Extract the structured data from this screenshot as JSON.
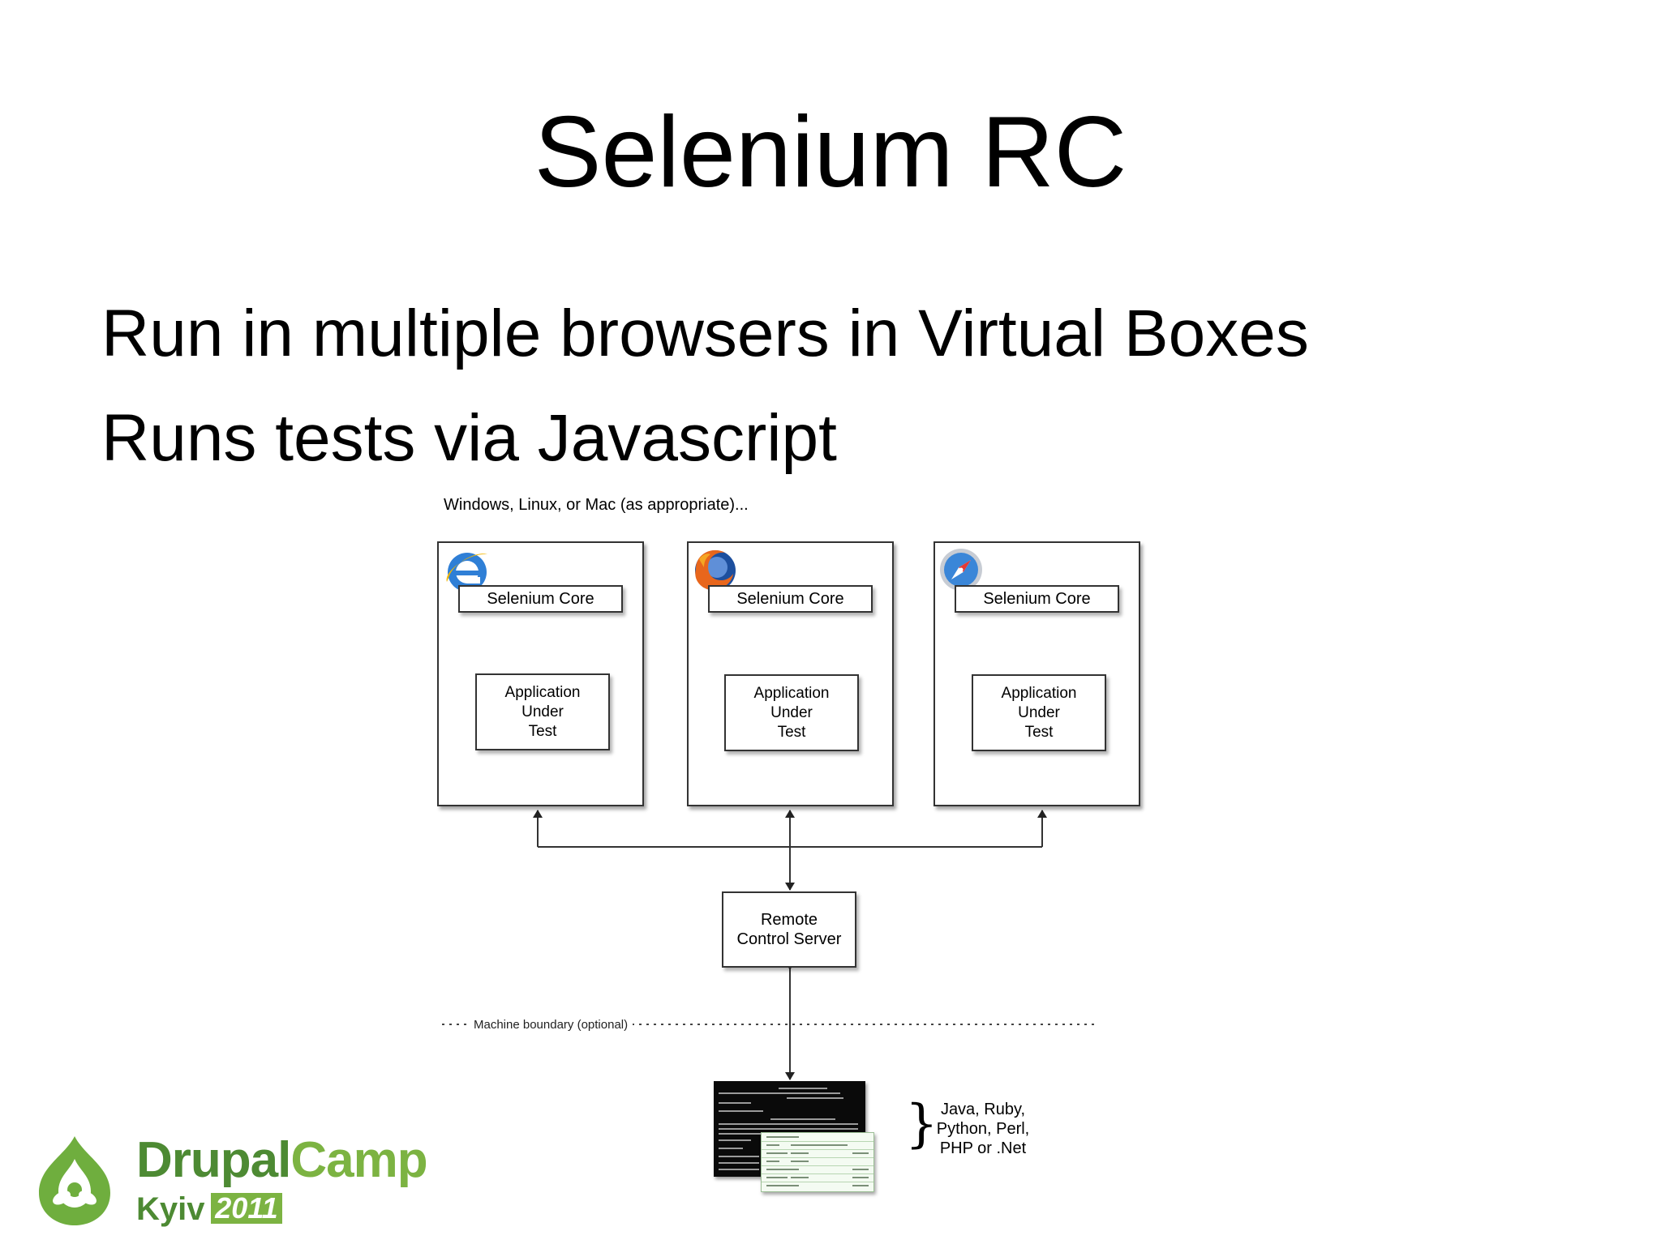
{
  "slide": {
    "title": "Selenium RC",
    "bullets": [
      "Run in multiple browsers in Virtual Boxes",
      "Runs tests via Javascript"
    ]
  },
  "diagram": {
    "os_label": "Windows, Linux, or Mac (as appropriate)...",
    "machines": [
      {
        "browser_icon": "internet-explorer-icon",
        "core_label": "Selenium Core",
        "app_lines": [
          "Application",
          "Under",
          "Test"
        ]
      },
      {
        "browser_icon": "firefox-icon",
        "core_label": "Selenium Core",
        "app_lines": [
          "Application",
          "Under",
          "Test"
        ]
      },
      {
        "browser_icon": "safari-icon",
        "core_label": "Selenium Core",
        "app_lines": [
          "Application",
          "Under",
          "Test"
        ]
      }
    ],
    "server_lines": [
      "Remote",
      "Control Server"
    ],
    "boundary_label": "Machine boundary (optional)",
    "languages_lines": [
      "Java, Ruby,",
      "Python, Perl,",
      "PHP or .Net"
    ]
  },
  "logo": {
    "word_drupal": "Drupal",
    "word_camp": "Camp",
    "city": "Kyiv",
    "year": "2011",
    "colors": {
      "dark_green": "#4d8a33",
      "light_green": "#7cb342"
    }
  }
}
